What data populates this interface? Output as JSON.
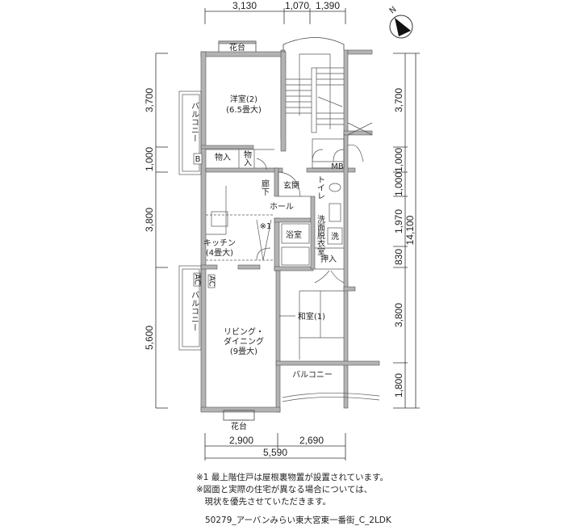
{
  "dimensions": {
    "top": [
      "3,130",
      "1,070",
      "1,390"
    ],
    "left": [
      "3,700",
      "1,000",
      "3,800",
      "5,600"
    ],
    "right": [
      "3,700",
      "1,000",
      "1,000",
      "1,970",
      "830",
      "3,800",
      "1,800"
    ],
    "right_total": "14,100",
    "bottom": [
      "2,900",
      "2,690"
    ],
    "bottom_total": "5,590"
  },
  "compass": {
    "label": "N"
  },
  "rooms": {
    "western_room": [
      "洋室(2)",
      "(6.5畳大)"
    ],
    "flower_stand_top": "花台",
    "flower_stand_bottom": "花台",
    "balcony_left_top": "バルコニー",
    "balcony_left_bottom": "バルコニー",
    "balcony_bottom": "バルコニー",
    "b_box": "B",
    "storage1": "物入",
    "storage2": "物入",
    "corridor": "廊下",
    "entrance": "玄関",
    "toilet": "トイレ",
    "mb": "MB",
    "hall": "ホール",
    "note_mark": "※1",
    "bath": "浴室",
    "washroom": "洗面脱衣室",
    "washer": "洗",
    "closet": "押入",
    "kitchen": [
      "キッチン",
      "(4畳大)"
    ],
    "ac": "AC",
    "japanese_room": "和室(1)",
    "living": [
      "リビング・",
      "ダイニング",
      "(9畳大)"
    ]
  },
  "notes": [
    "※1 最上階住戸は屋根裏物置が設置されています。",
    "※図面と実際の住宅が異なる場合については、",
    "　現状を優先させていただきます。"
  ],
  "caption": "50279_アーバンみらい東大宮東一番街_C_2LDK"
}
